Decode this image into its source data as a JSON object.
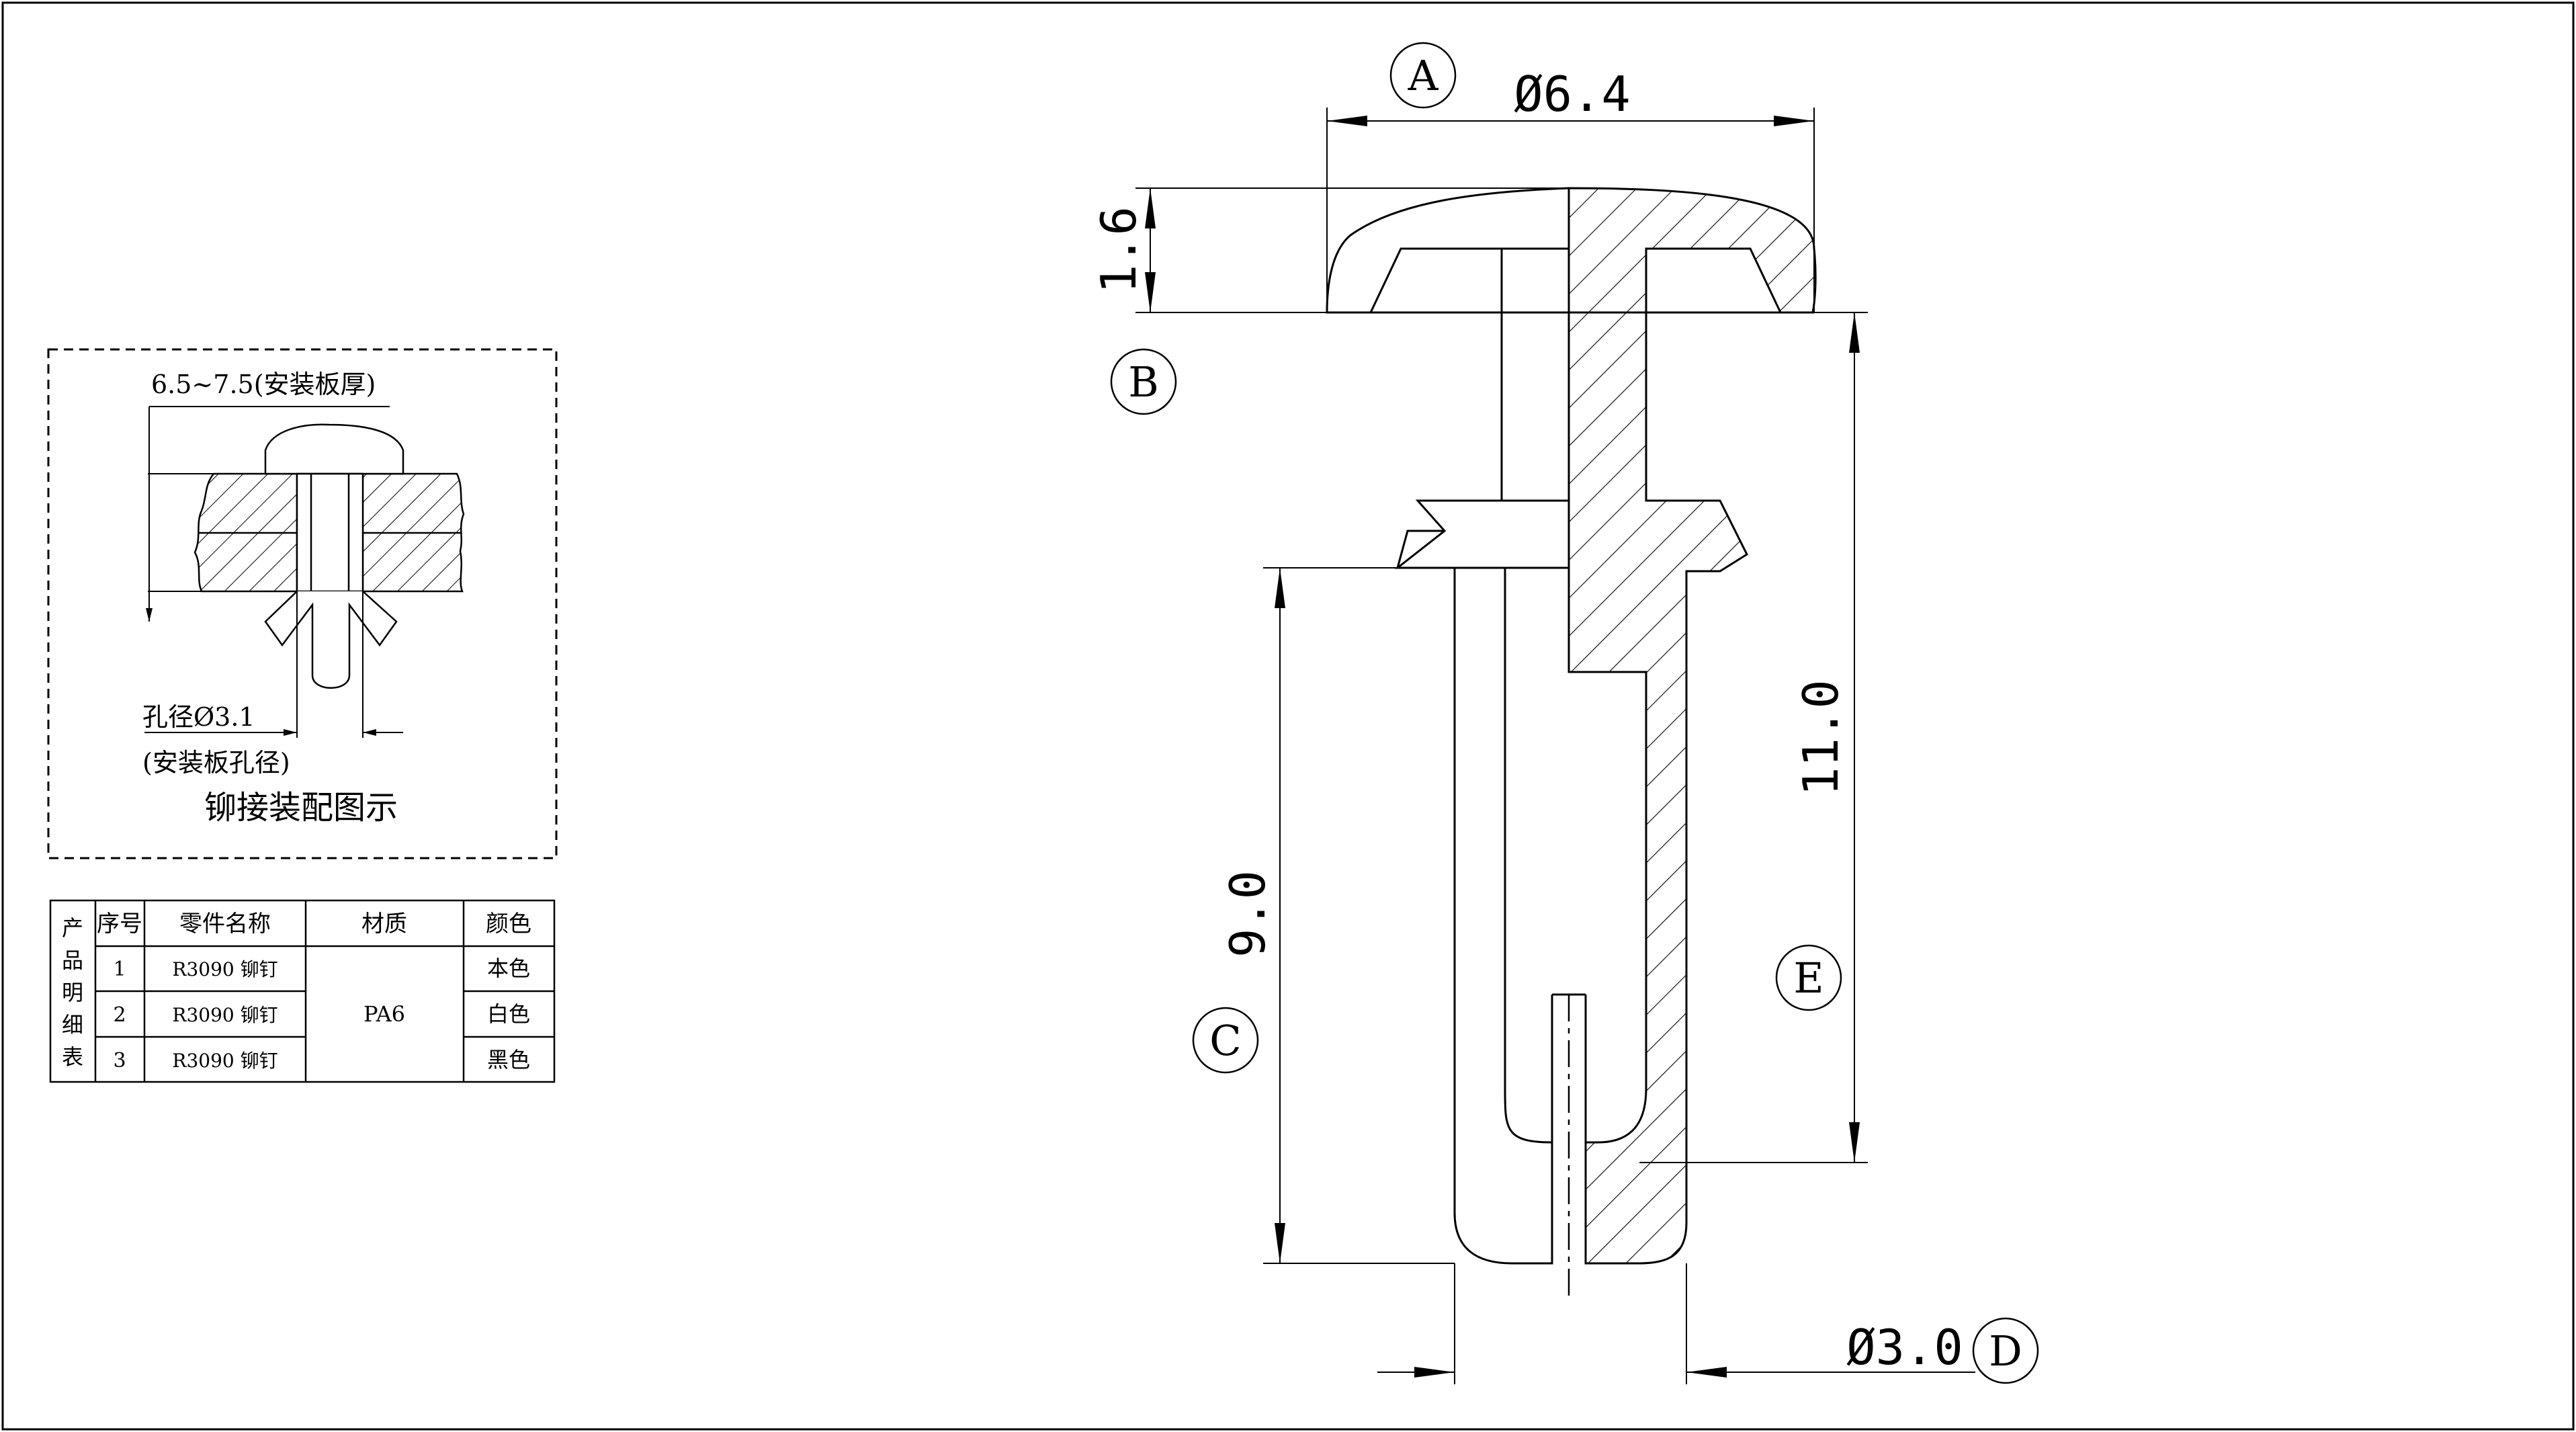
{
  "main_view": {
    "dim_head_diameter": "Ø6.4",
    "dim_head_height": "1.6",
    "dim_overall_length": "11.0",
    "dim_leg_length": "9.0",
    "dim_shank_diameter": "Ø3.0",
    "callouts": [
      "A",
      "B",
      "C",
      "D",
      "E"
    ]
  },
  "assembly_inset": {
    "panel_thickness_label": "6.5~7.5(安装板厚)",
    "hole_label": "孔径Ø3.1",
    "hole_sublabel": "(安装板孔径)",
    "caption": "铆接装配图示"
  },
  "parts_table": {
    "side_label": [
      "产",
      "品",
      "明",
      "细",
      "表"
    ],
    "headers": [
      "序号",
      "零件名称",
      "材质",
      "颜色"
    ],
    "rows": [
      {
        "no": "1",
        "name": "R3090 铆钉",
        "color": "本色"
      },
      {
        "no": "2",
        "name": "R3090 铆钉",
        "color": "白色"
      },
      {
        "no": "3",
        "name": "R3090 铆钉",
        "color": "黑色"
      }
    ],
    "material": "PA6"
  },
  "colors": {
    "line": "#000000",
    "background": "#ffffff"
  }
}
